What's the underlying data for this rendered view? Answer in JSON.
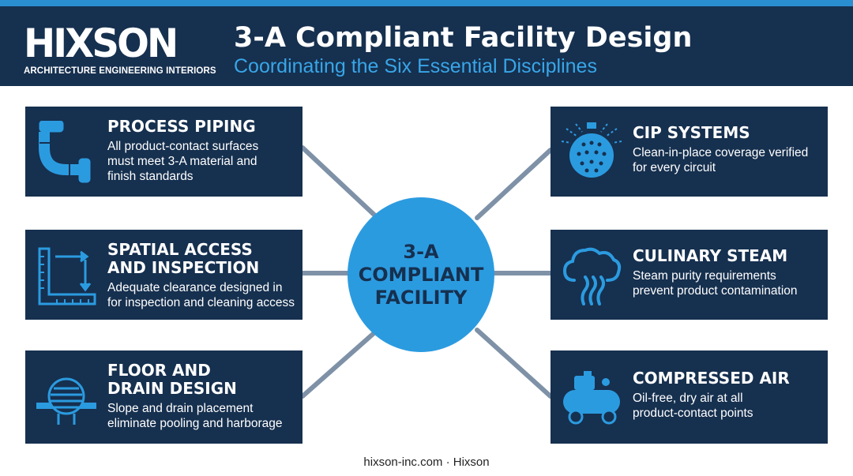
{
  "header": {
    "logo_word": "HIXSON",
    "logo_tagline": "ARCHITECTURE ENGINEERING INTERIORS",
    "title": "3-A Compliant Facility Design",
    "subtitle": "Coordinating the Six Essential Disciplines"
  },
  "hub": {
    "label": "3-A\nCOMPLIANT\nFACILITY"
  },
  "cards": [
    {
      "title": "PROCESS PIPING",
      "description": "All product-contact surfaces\nmust meet 3-A material and\nfinish standards",
      "icon": "pipe-elbow-icon"
    },
    {
      "title": "SPATIAL ACCESS\nAND INSPECTION",
      "description": "Adequate clearance designed in\nfor inspection and cleaning access",
      "icon": "ruler-clearance-icon"
    },
    {
      "title": "FLOOR AND\nDRAIN DESIGN",
      "description": "Slope and drain placement\neliminate pooling and harborage",
      "icon": "floor-drain-icon"
    },
    {
      "title": "CIP SYSTEMS",
      "description": "Clean-in-place coverage verified\nfor every circuit",
      "icon": "spray-ball-icon"
    },
    {
      "title": "CULINARY STEAM",
      "description": "Steam purity requirements\nprevent product contamination",
      "icon": "steam-cloud-icon"
    },
    {
      "title": "COMPRESSED AIR",
      "description": "Oil-free, dry air at all\nproduct-contact points",
      "icon": "air-compressor-icon"
    }
  ],
  "footer": "hixson-inc.com · Hixson",
  "colors": {
    "navy": "#16304f",
    "accent_blue": "#2b9be0",
    "subtitle_blue": "#38a6e8",
    "connector": "#7e91a7"
  }
}
